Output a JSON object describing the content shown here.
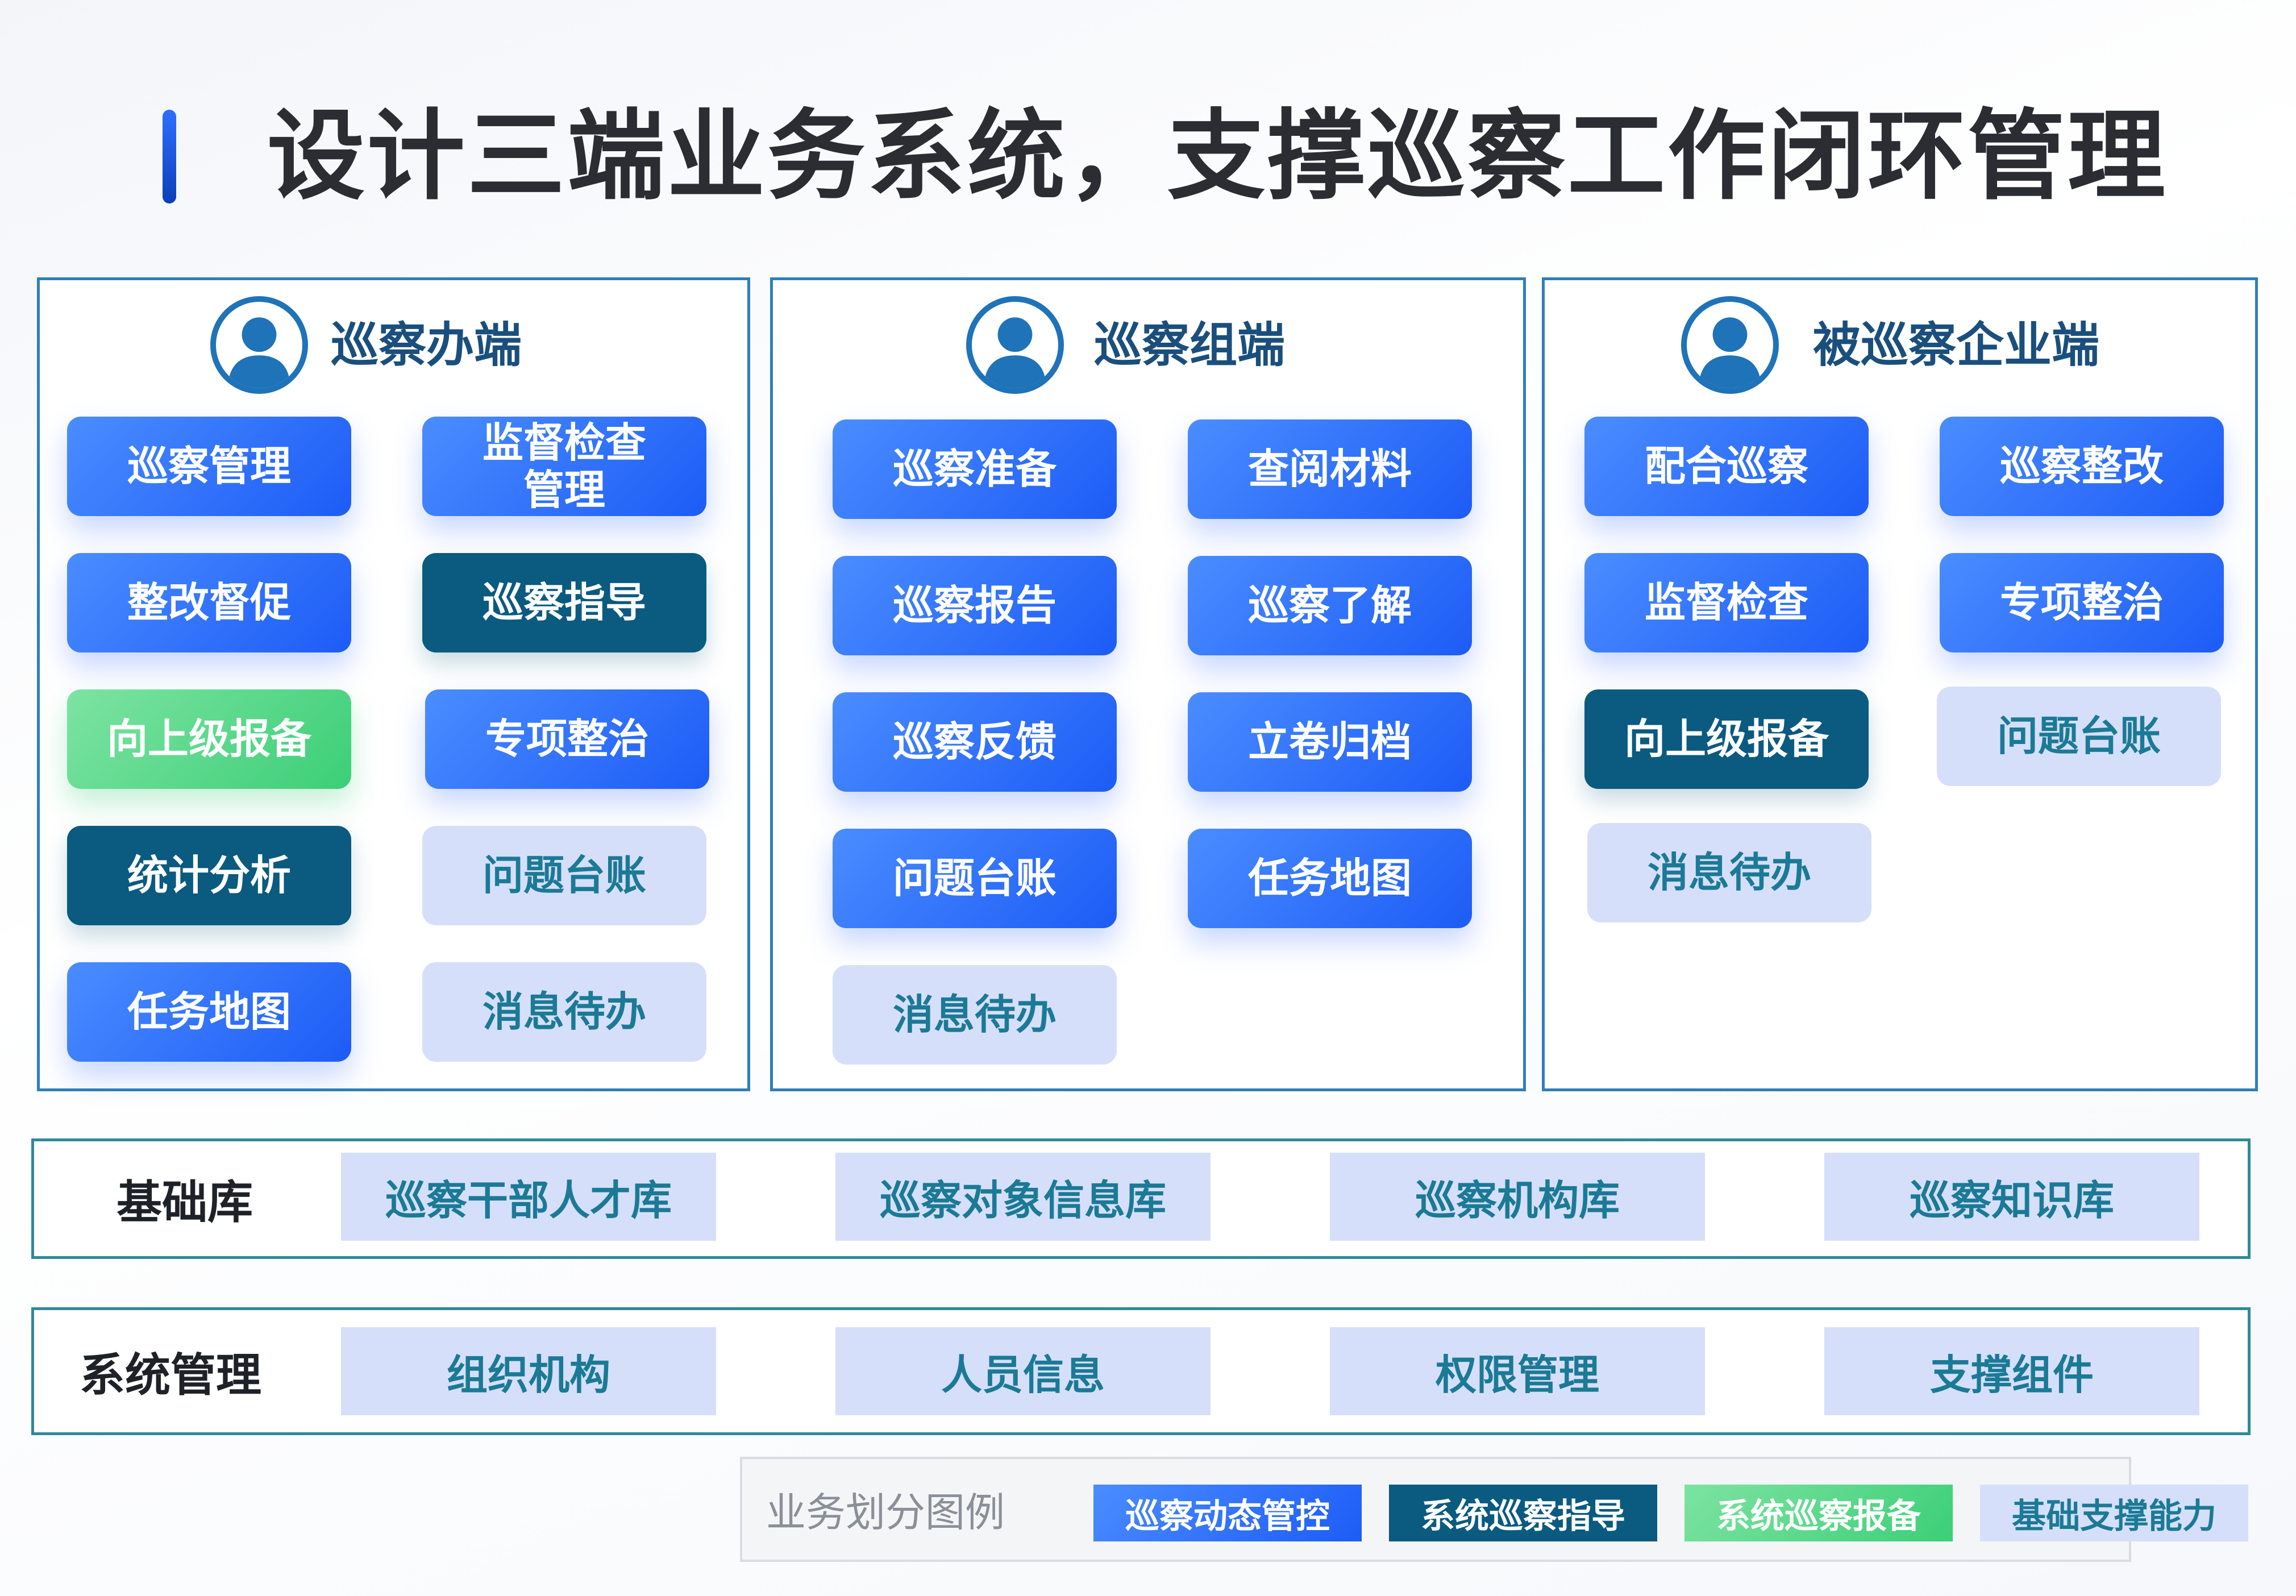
{
  "title": "设计三端业务系统，支撑巡察工作闭环管理",
  "colors": {
    "blue": "#2f6fff",
    "navy": "#0b5a80",
    "green": "#3ccf77",
    "light": "#d6dffa",
    "text_teal": "#1b7a96"
  },
  "panels": [
    {
      "title": "巡察办端",
      "icon": "user-avatar-icon",
      "buttons": [
        {
          "label": "巡察管理",
          "kind": "blue"
        },
        {
          "label": "监督检查\n管理",
          "kind": "blue"
        },
        {
          "label": "整改督促",
          "kind": "blue"
        },
        {
          "label": "巡察指导",
          "kind": "navy"
        },
        {
          "label": "向上级报备",
          "kind": "green"
        },
        {
          "label": "专项整治",
          "kind": "blue"
        },
        {
          "label": "统计分析",
          "kind": "navy"
        },
        {
          "label": "问题台账",
          "kind": "light"
        },
        {
          "label": "任务地图",
          "kind": "blue"
        },
        {
          "label": "消息待办",
          "kind": "light"
        }
      ]
    },
    {
      "title": "巡察组端",
      "icon": "user-avatar-icon",
      "buttons": [
        {
          "label": "巡察准备",
          "kind": "blue"
        },
        {
          "label": "查阅材料",
          "kind": "blue"
        },
        {
          "label": "巡察报告",
          "kind": "blue"
        },
        {
          "label": "巡察了解",
          "kind": "blue"
        },
        {
          "label": "巡察反馈",
          "kind": "blue"
        },
        {
          "label": "立卷归档",
          "kind": "blue"
        },
        {
          "label": "问题台账",
          "kind": "blue"
        },
        {
          "label": "任务地图",
          "kind": "blue"
        },
        {
          "label": "消息待办",
          "kind": "light"
        }
      ]
    },
    {
      "title": "被巡察企业端",
      "icon": "user-avatar-icon",
      "buttons": [
        {
          "label": "配合巡察",
          "kind": "blue"
        },
        {
          "label": "巡察整改",
          "kind": "blue"
        },
        {
          "label": "监督检查",
          "kind": "blue"
        },
        {
          "label": "专项整治",
          "kind": "blue"
        },
        {
          "label": "向上级报备",
          "kind": "navy"
        },
        {
          "label": "问题台账",
          "kind": "light"
        },
        {
          "label": "消息待办",
          "kind": "light"
        }
      ]
    }
  ],
  "foundation": {
    "label": "基础库",
    "items": [
      "巡察干部人才库",
      "巡察对象信息库",
      "巡察机构库",
      "巡察知识库"
    ]
  },
  "system_mgmt": {
    "label": "系统管理",
    "items": [
      "组织机构",
      "人员信息",
      "权限管理",
      "支撑组件"
    ]
  },
  "legend": {
    "label": "业务划分图例",
    "items": [
      {
        "label": "巡察动态管控",
        "kind": "blue"
      },
      {
        "label": "系统巡察指导",
        "kind": "navy"
      },
      {
        "label": "系统巡察报备",
        "kind": "green"
      },
      {
        "label": "基础支撑能力",
        "kind": "light"
      }
    ]
  }
}
